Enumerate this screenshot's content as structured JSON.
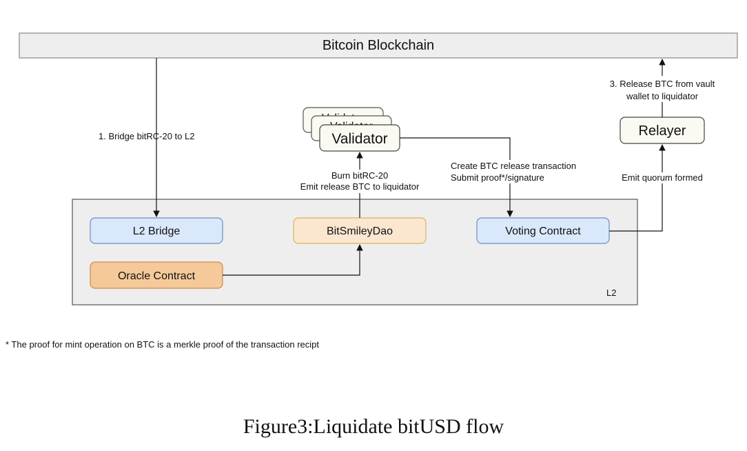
{
  "blockchain": {
    "label": "Bitcoin Blockchain"
  },
  "validator": {
    "label": "Validator",
    "stack_labels": [
      "Validator",
      "Validator"
    ]
  },
  "relayer": {
    "label": "Relayer"
  },
  "l2": {
    "label": "L2",
    "l2_bridge": "L2 Bridge",
    "bitsmiley_dao": "BitSmileyDao",
    "voting_contract": "Voting Contract",
    "oracle_contract": "Oracle Contract"
  },
  "edges": {
    "bridge": "1. Bridge bitRC-20 to L2",
    "burn_line1": "Burn bitRC-20",
    "burn_line2": "Emit release BTC to  liquidator",
    "create_line1": "Create BTC release transaction",
    "create_line2": "Submit proof*/signature",
    "quorum": "Emit quorum formed",
    "release_line1": "3. Release BTC from vault",
    "release_line2": "wallet to liquidator"
  },
  "colors": {
    "blockchain_fill": "#eeeeee",
    "l2_fill": "#eeeeee",
    "validator_fill": "#fbfaf2",
    "blue_fill": "#d9e8fb",
    "blue_stroke": "#6d8ebf",
    "yellow_fill": "#fbe6cf",
    "yellow_stroke": "#d6b656",
    "orange_fill": "#f5c99a",
    "orange_stroke": "#c98a4a"
  },
  "footnote": "* The proof for mint operation on BTC is a merkle proof of the transaction recipt",
  "caption": "Figure3:Liquidate bitUSD flow"
}
